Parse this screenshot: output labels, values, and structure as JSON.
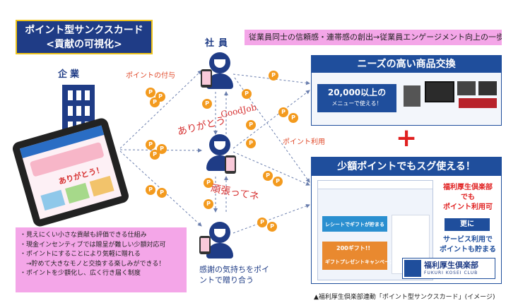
{
  "title": {
    "line1": "ポイント型サンクスカード",
    "line2": "<貢献の可視化>"
  },
  "company_label": "企業",
  "employee_label": "社員",
  "banner": "従業員同士の信頼感・連帯感の創出→従業員エンゲージメント向上の一歩",
  "labels": {
    "point_grant": "ポイントの付与",
    "point_use": "ポイント利用",
    "goodjob": "GoodJob",
    "arigatou": "ありがとう",
    "ganbatte": "頑張ってネ",
    "caption": "感謝の気持ちをポイントで贈り合う"
  },
  "coin_symbol": "P",
  "panels": {
    "exchange": {
      "heading": "ニーズの高い商品交換",
      "count": "20,000以上の",
      "menu": "メニューで使える！"
    },
    "plus": "+",
    "small": {
      "heading": "少額ポイントでもスグ使える！",
      "club_line1": "福利厚生倶楽部",
      "club_line2": "でも",
      "club_line3": "ポイント利用可",
      "more_button": "更に",
      "service_line1": "サービス利用で",
      "service_line2": "ポイントも貯まる",
      "logo_name": "福利厚生倶楽部",
      "logo_sub": "FUKURI KOSEI CLUB",
      "site_text1": "レシートでギフトが貯まる",
      "site_text2": "200ギフト!!",
      "site_text3": "ギフトプレゼントキャンペーン"
    }
  },
  "phone_screen_text": "ありがとう！",
  "benefits": [
    "・見えにくい小さな貢献も評価できる仕組み",
    "・現金インセンティブでは贈呈が難しい少額対応可",
    "・ポイントにすることにより気軽に贈れる",
    "　→貯めて大きなモノと交換する楽しみができる！",
    "・ポイントを少額化し、広く行き届く制度"
  ],
  "footer": "▲福利厚生倶楽部連動「ポイント型サンクスカード」(イメージ)",
  "colors": {
    "navy": "#1f3c86",
    "pink": "#f4a6e8",
    "coin": "#f39a1e",
    "red": "#e02020",
    "gold": "#f0c419"
  },
  "icons": [
    "building-icon",
    "person-icon",
    "smartphone-icon",
    "coin-icon",
    "plus-icon"
  ]
}
